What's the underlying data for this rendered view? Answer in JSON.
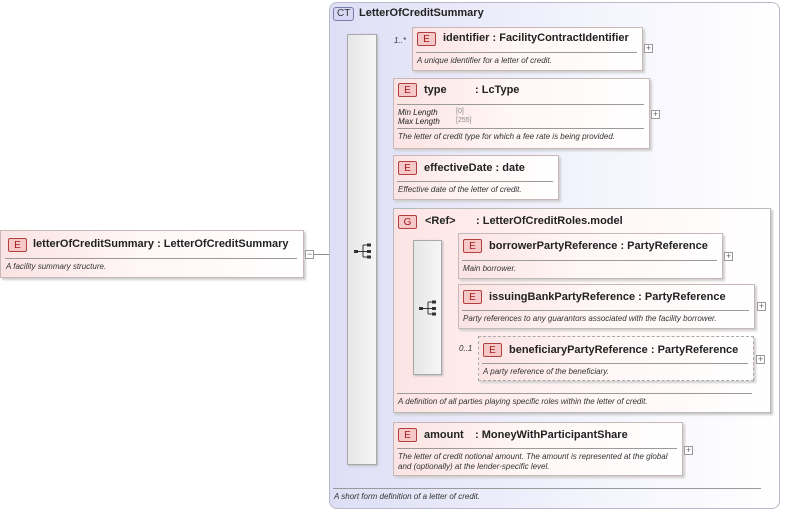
{
  "complex_type": {
    "badge": "CT",
    "name": "LetterOfCreditSummary",
    "documentation": "A short form definition of a letter of credit."
  },
  "root": {
    "badge": "E",
    "label": "letterOfCreditSummary : LetterOfCreditSummary",
    "documentation": "A facility summary structure."
  },
  "elements": {
    "identifier": {
      "badge": "E",
      "cardinality": "1..*",
      "label": "identifier : FacilityContractIdentifier",
      "documentation": "A unique identifier for a letter of credit."
    },
    "type": {
      "badge": "E",
      "label_name": "type",
      "label_type": ": LcType",
      "facets": [
        {
          "name": "Min Length",
          "value": "[0]"
        },
        {
          "name": "Max Length",
          "value": "[255]"
        }
      ],
      "documentation": "The letter of credit type for which a fee rate is being provided."
    },
    "effectiveDate": {
      "badge": "E",
      "label": "effectiveDate : date",
      "documentation": "Effective date of the letter of credit."
    },
    "amount": {
      "badge": "E",
      "label_name": "amount",
      "label_type": ": MoneyWithParticipantShare",
      "documentation": "The letter of credit notional amount. The amount is represented at the global and (optionally) at the lender-specific level."
    }
  },
  "group": {
    "badge": "G",
    "ref": "<Ref>",
    "name": ": LetterOfCreditRoles.model",
    "documentation": "A definition of all parties playing specific roles within the letter of credit.",
    "children": {
      "borrower": {
        "badge": "E",
        "label": "borrowerPartyReference : PartyReference",
        "documentation": "Main borrower."
      },
      "issuingBank": {
        "badge": "E",
        "label": "issuingBankPartyReference : PartyReference",
        "documentation": "Party references to any guarantors associated with the facility borrower."
      },
      "beneficiary": {
        "badge": "E",
        "cardinality": "0..1",
        "label": "beneficiaryPartyReference : PartyReference",
        "documentation": "A party reference of the beneficiary."
      }
    }
  },
  "expand_symbol": "+",
  "collapse_symbol": "−",
  "icons": [
    "sequence-icon",
    "expand-icon",
    "collapse-icon"
  ]
}
